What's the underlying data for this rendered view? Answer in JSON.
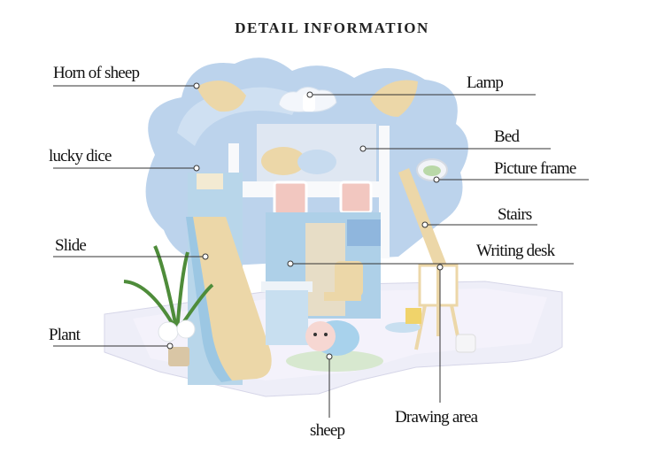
{
  "heading": "DETAIL INFORMATION",
  "labels": {
    "horn": "Horn of sheep",
    "lamp": "Lamp",
    "dice": "lucky dice",
    "bed": "Bed",
    "frame": "Picture frame",
    "stairs": "Stairs",
    "slide": "Slide",
    "desk": "Writing desk",
    "plant": "Plant",
    "sheep": "sheep",
    "drawing": "Drawing area"
  },
  "colors": {
    "backdrop": "#bcd3ec",
    "base": "#eeeef8",
    "wood": "#ecd7a8",
    "accent_blue": "#9cc7e3",
    "white_frame": "#f8f9fb"
  }
}
